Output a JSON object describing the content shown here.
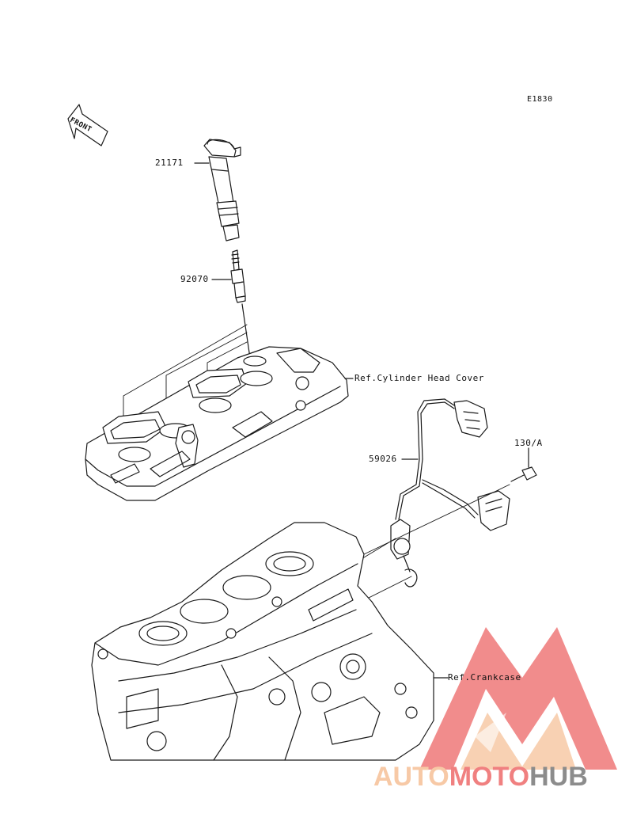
{
  "diagram_id": "E1830",
  "front_label": "FRONT",
  "parts": {
    "ignition_coil": "21171",
    "spark_plug": "92070",
    "sensor_harness": "59026",
    "bolt": "130/A"
  },
  "refs": {
    "cylinder_head_cover": "Ref.Cylinder Head Cover",
    "crankcase": "Ref.Crankcase"
  },
  "watermark": {
    "part1": "AUTO",
    "part2": "MOTO",
    "part3": "HUB",
    "color_light": "#f7c9a6",
    "color_red": "#f08080",
    "color_gray": "#8c8c8c"
  }
}
